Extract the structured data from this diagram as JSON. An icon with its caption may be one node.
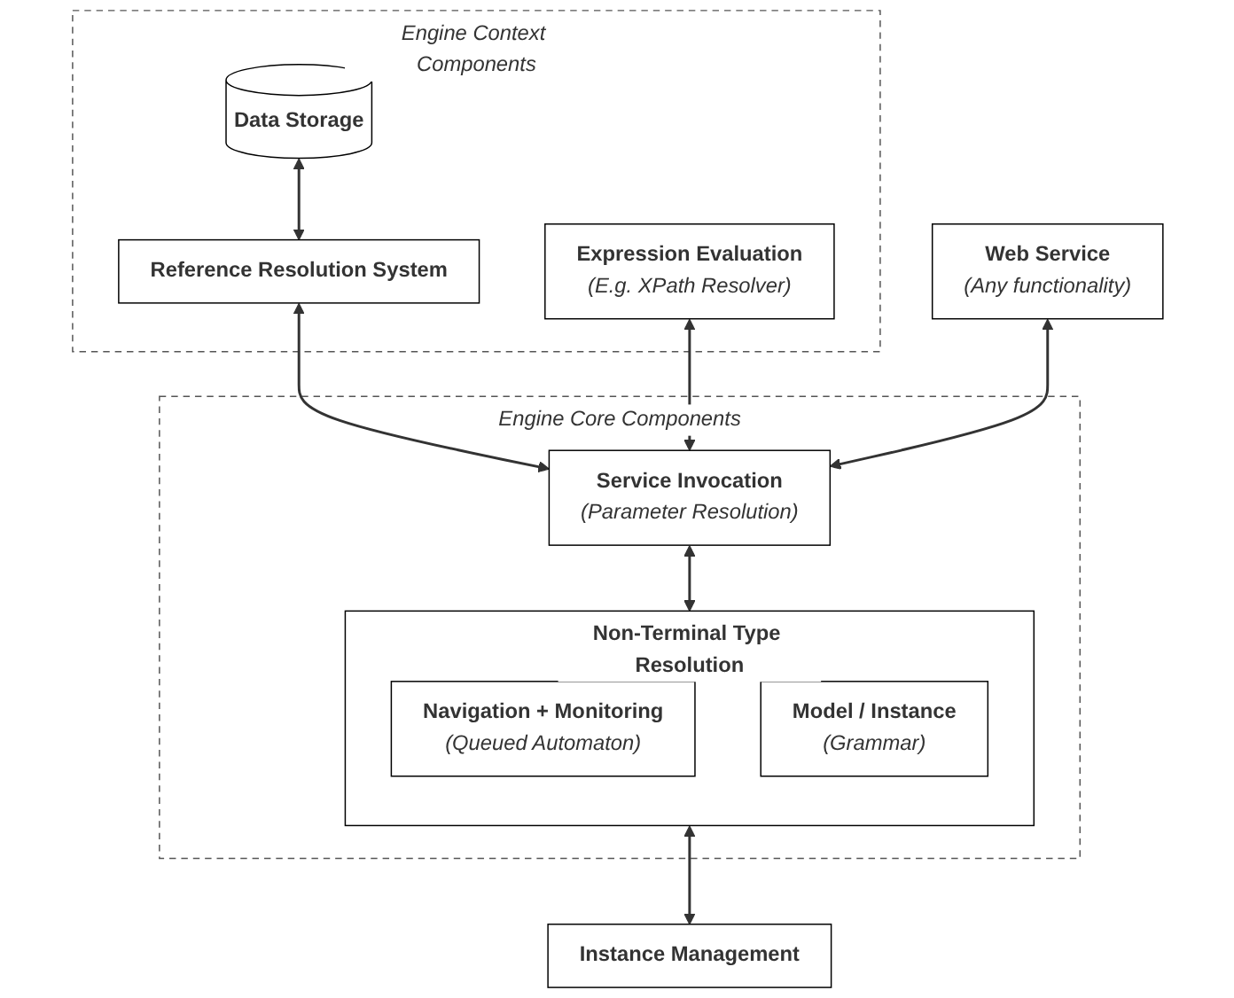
{
  "diagram": {
    "nodes": [
      {
        "text": [
          "Web Service",
          "(Any functionality)"
        ]
      },
      {
        "text": [
          "Engine Context Components"
        ]
      },
      {
        "text": [
          "Data Storage"
        ],
        "in": 1
      },
      {
        "text": [
          "Expression Evaluation",
          "(E.g. XPath Resolver)"
        ],
        "in": 1
      },
      {
        "text": [
          "Reference Resolution System"
        ],
        "in": 1
      },
      {
        "text": [
          "Engine Core Components"
        ]
      },
      {
        "text": [
          "Service Invocation",
          "(Parameter Resolution)"
        ],
        "in": 5
      },
      {
        "text": [
          "Non-Terminal Type Resolution"
        ],
        "in": 5
      },
      {
        "text": [
          "Navigation + Monitoring",
          "(Queued Automaton)"
        ],
        "in": 7
      },
      {
        "text": [
          "Model / Instance",
          "(Grammar)"
        ],
        "in": 7
      },
      {
        "text": [
          "Instance Management"
        ]
      }
    ],
    "edges": [
      {
        "from": 2,
        "to": 4,
        "arrow": "both"
      },
      {
        "from": 4,
        "to": 6,
        "arrow": "both"
      },
      {
        "from": 3,
        "to": 6,
        "arrow": "both"
      },
      {
        "from": 0,
        "to": 6,
        "arrow": "both"
      },
      {
        "from": 6,
        "to": 7,
        "arrow": "both"
      },
      {
        "from": 7,
        "to": 10,
        "arrow": "both"
      }
    ]
  }
}
